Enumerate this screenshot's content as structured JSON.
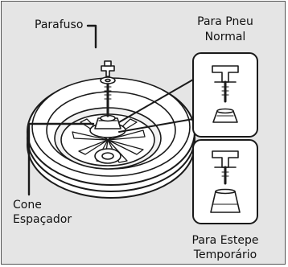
{
  "labels": {
    "bolt": "Parafuso",
    "normal_tire_line1": "Para Pneu",
    "normal_tire_line2": "Normal",
    "cone_line1": "Cone",
    "cone_line2": "Espaçador",
    "spare_line1": "Para Estepe",
    "spare_line2": "Temporário"
  },
  "colors": {
    "background": "#e5e5e5",
    "stroke": "#1a1a1a",
    "panel_fill": "#ffffff"
  }
}
